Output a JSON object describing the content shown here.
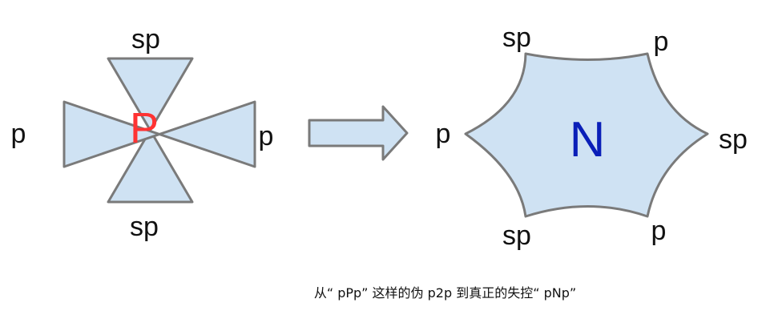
{
  "left_figure": {
    "center_label": "P",
    "top_label": "sp",
    "bottom_label": "sp",
    "left_label": "p",
    "right_label": "p"
  },
  "right_figure": {
    "center_label": "N",
    "labels": {
      "top_left": "sp",
      "top_right": "p",
      "left": "p",
      "right": "sp",
      "bottom_left": "sp",
      "bottom_right": "p"
    }
  },
  "caption": "从“ pPp” 这样的伪 p2p 到真正的失控“ pNp”",
  "colors": {
    "fill": "#cfe2f3",
    "stroke": "#7a7a7a",
    "p_color": "#ff3333",
    "n_color": "#0a1fb8"
  },
  "icons": {
    "arrow": "right-arrow-icon"
  }
}
